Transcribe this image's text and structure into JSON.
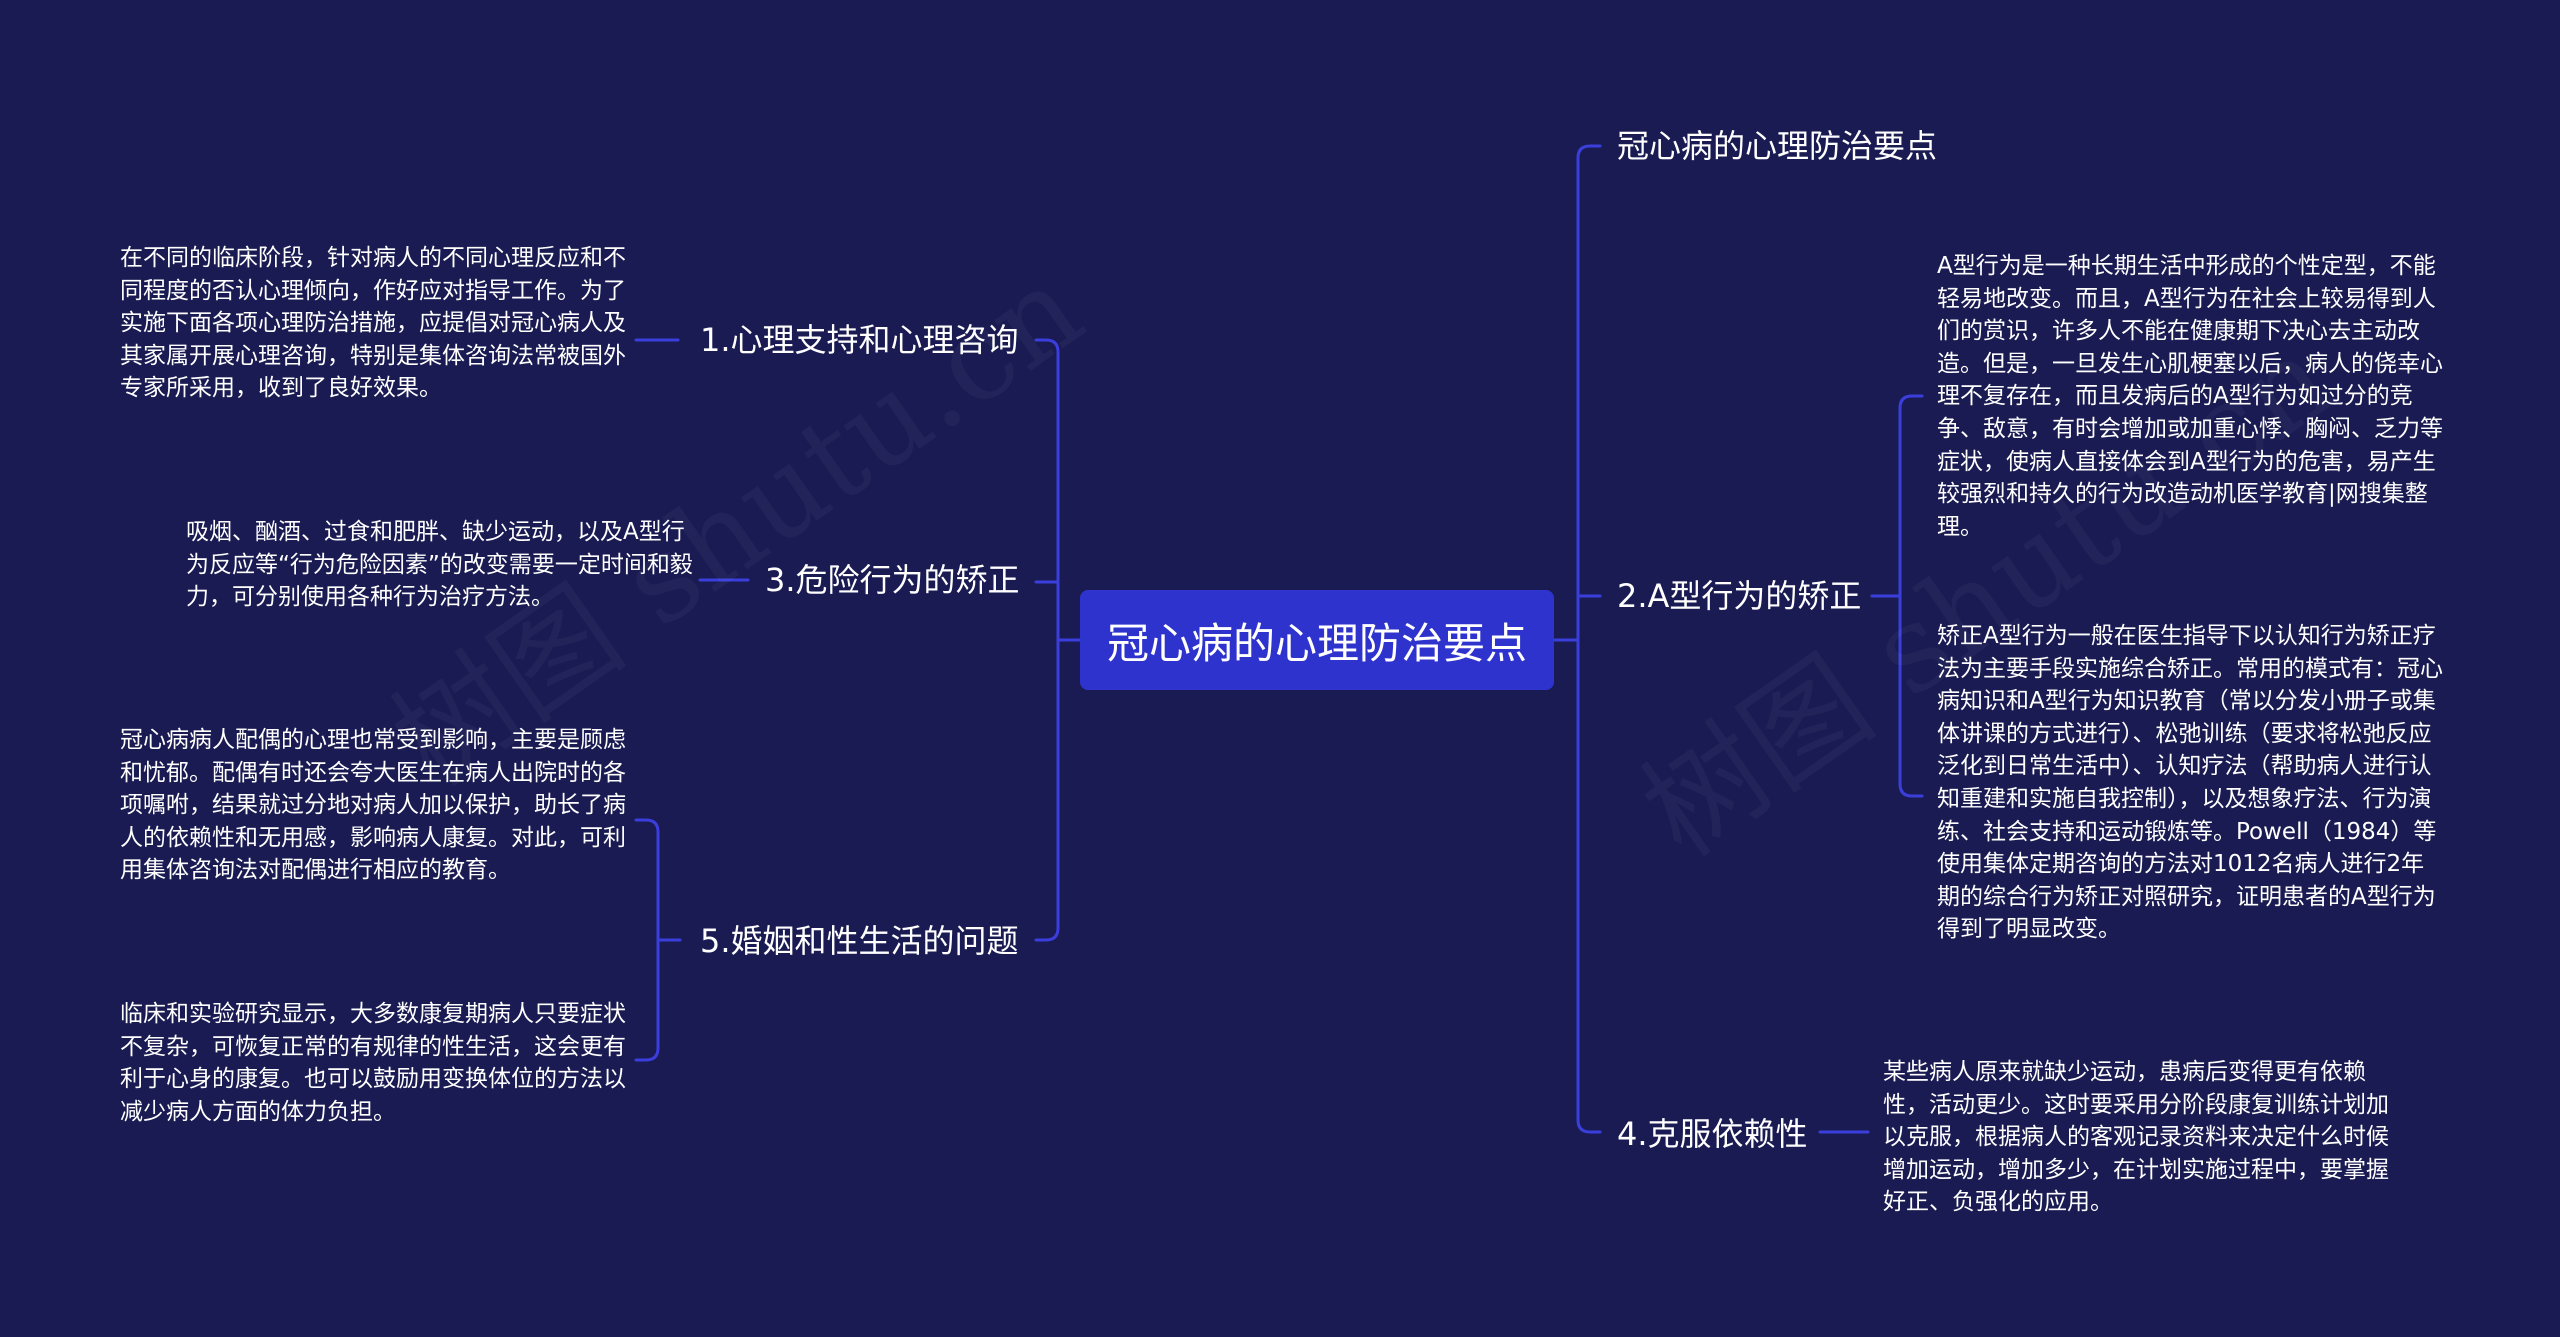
{
  "root": {
    "label": "冠心病的心理防治要点"
  },
  "left_branches": [
    {
      "label": "1.心理支持和心理咨询",
      "leaves": [
        "在不同的临床阶段，针对病人的不同心理反应和不同程度的否认心理倾向，作好应对指导工作。为了实施下面各项心理防治措施，应提倡对冠心病人及其家属开展心理咨询，特别是集体咨询法常被国外专家所采用，收到了良好效果。"
      ]
    },
    {
      "label": "3.危险行为的矫正",
      "leaves": [
        "吸烟、酗酒、过食和肥胖、缺少运动，以及A型行为反应等“行为危险因素”的改变需要一定时间和毅力，可分别使用各种行为治疗方法。"
      ]
    },
    {
      "label": "5.婚姻和性生活的问题",
      "leaves": [
        "冠心病病人配偶的心理也常受到影响，主要是顾虑和忧郁。配偶有时还会夸大医生在病人出院时的各项嘱咐，结果就过分地对病人加以保护，助长了病人的依赖性和无用感，影响病人康复。对此，可利用集体咨询法对配偶进行相应的教育。",
        "临床和实验研究显示，大多数康复期病人只要症状不复杂，可恢复正常的有规律的性生活，这会更有利于心身的康复。也可以鼓励用变换体位的方法以减少病人方面的体力负担。"
      ]
    }
  ],
  "right_branches": [
    {
      "label": "冠心病的心理防治要点",
      "leaves": []
    },
    {
      "label": "2.A型行为的矫正",
      "leaves": [
        "A型行为是一种长期生活中形成的个性定型，不能轻易地改变。而且，A型行为在社会上较易得到人们的赏识，许多人不能在健康期下决心去主动改造。但是，一旦发生心肌梗塞以后，病人的侥幸心理不复存在，而且发病后的A型行为如过分的竞争、敌意，有时会增加或加重心悸、胸闷、乏力等症状，使病人直接体会到A型行为的危害，易产生较强烈和持久的行为改造动机医学教育|网搜集整理。",
        "矫正A型行为一般在医生指导下以认知行为矫正疗法为主要手段实施综合矫正。常用的模式有：冠心病知识和A型行为知识教育（常以分发小册子或集体讲课的方式进行）、松弛训练（要求将松弛反应泛化到日常生活中）、认知疗法（帮助病人进行认知重建和实施自我控制），以及想象疗法、行为演练、社会支持和运动锻炼等。Powell（1984）等使用集体定期咨询的方法对1012名病人进行2年期的综合行为矫正对照研究，证明患者的A型行为得到了明显改变。"
      ]
    },
    {
      "label": "4.克服依赖性",
      "leaves": [
        " 某些病人原来就缺少运动，患病后变得更有依赖性，活动更少。这时要采用分阶段康复训练计划加以克服，根据病人的客观记录资料来决定什么时候增加运动，增加多少，在计划实施过程中，要掌握好正、负强化的应用。"
      ]
    }
  ],
  "watermark": "树图 shutu.cn",
  "colors": {
    "background": "#1a1b52",
    "root_fill": "#2d33cc",
    "connector": "#3a3fdc",
    "text": "#ffffff"
  }
}
